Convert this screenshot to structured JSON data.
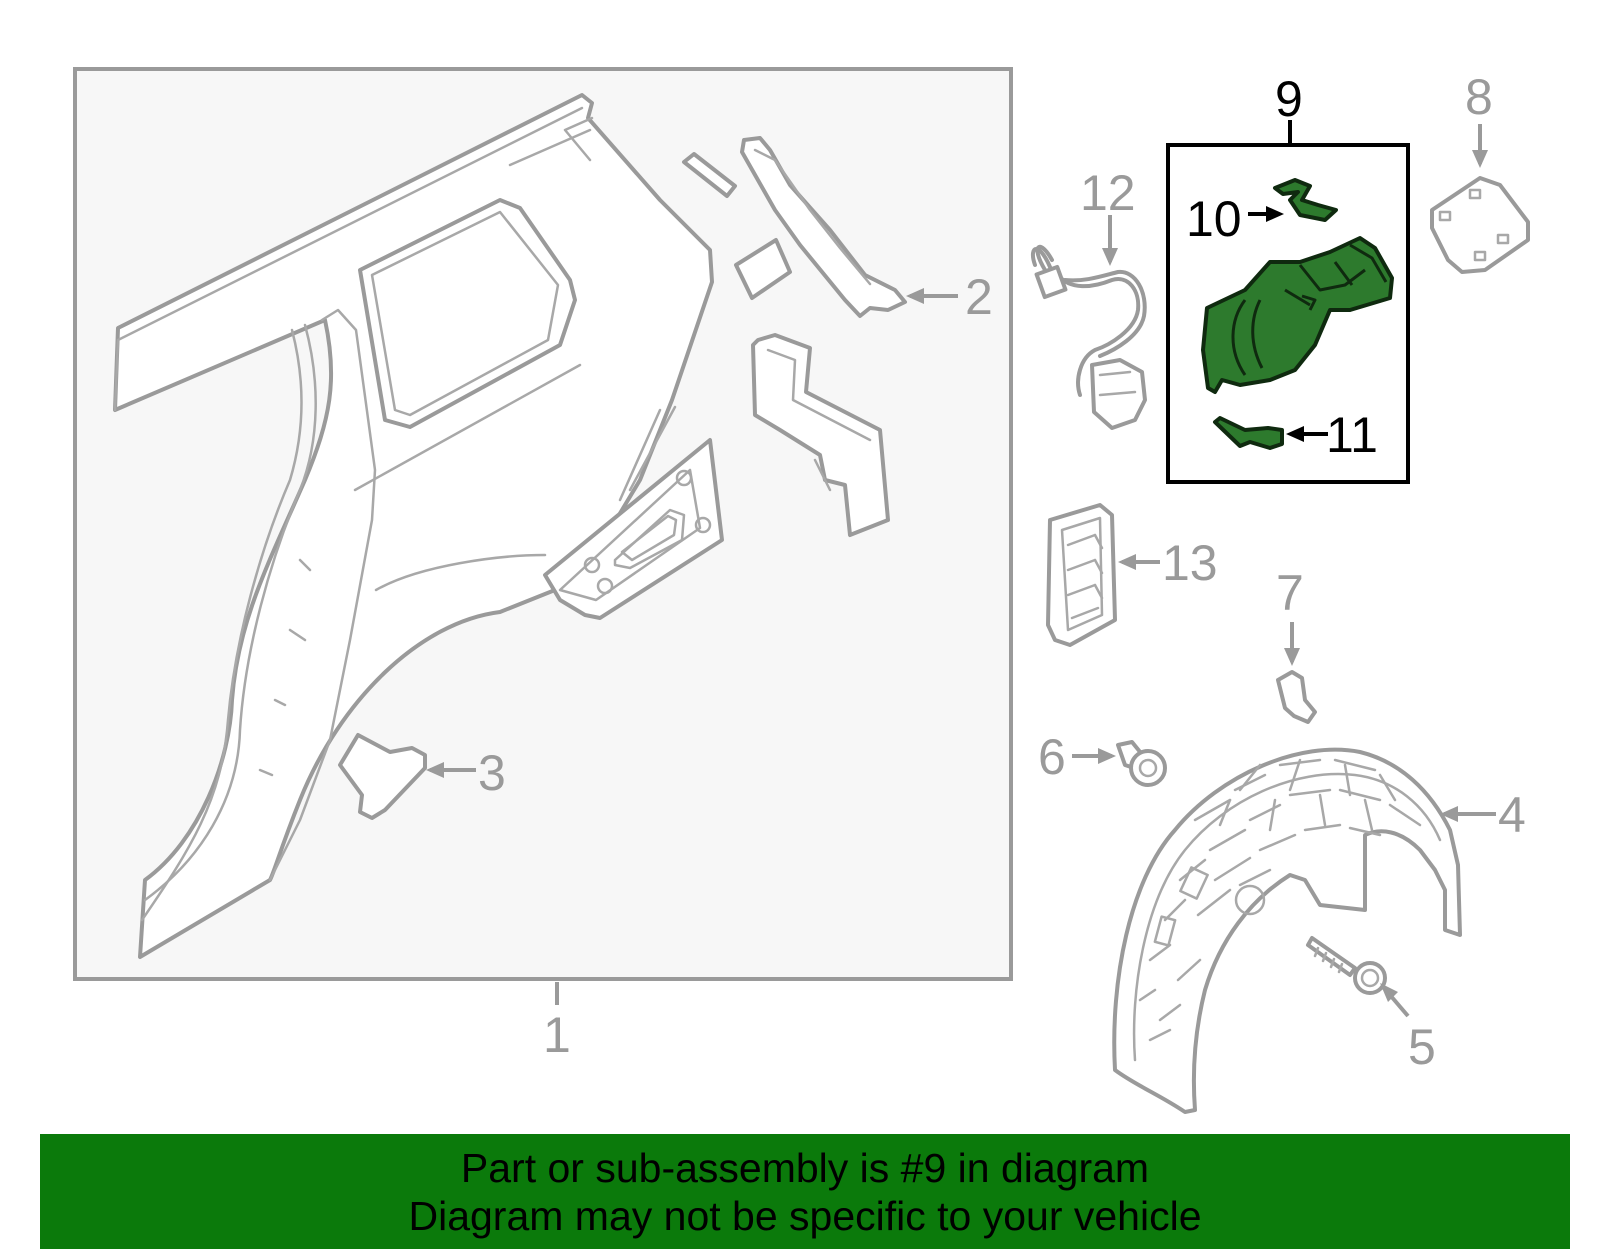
{
  "callouts": {
    "c1": "1",
    "c2": "2",
    "c3": "3",
    "c4": "4",
    "c5": "5",
    "c6": "6",
    "c7": "7",
    "c8": "8",
    "c9": "9",
    "c10": "10",
    "c11": "11",
    "c12": "12",
    "c13": "13"
  },
  "banner": {
    "line1": "Part or sub-assembly is #9 in diagram",
    "line2": "Diagram may not be specific to your vehicle"
  },
  "colors": {
    "highlight_part": "#2d7a2d",
    "banner_background": "#0b7a0b",
    "line_gray": "#9a9a9a"
  }
}
